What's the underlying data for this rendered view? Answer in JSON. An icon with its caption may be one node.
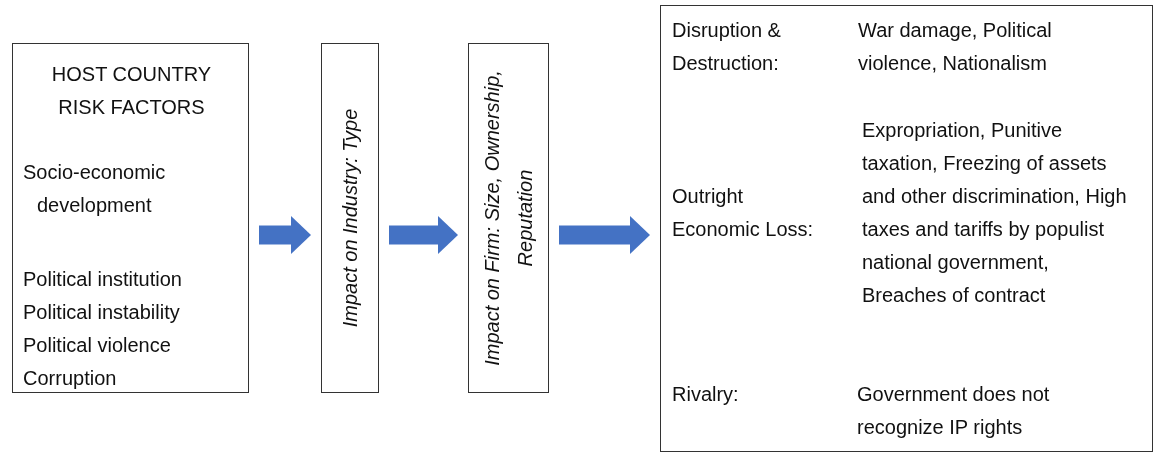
{
  "diagram": {
    "nodes": [
      {
        "text": [
          "HOST COUNTRY RISK FACTORS",
          "Socio-economic development",
          "Political institution",
          "Political instability",
          "Political violence",
          "Corruption"
        ]
      },
      {
        "text": [
          "Impact on Industry: Type"
        ]
      },
      {
        "text": [
          "Impact on Firm: Size, Ownership, Reputation"
        ]
      },
      {
        "text": [
          "Disruption & Destruction:",
          "War damage, Political violence, Nationalism",
          "Outright Economic Loss:",
          "Expropriation, Punitive taxation, Freezing of assets and other discrimination, High taxes and tariffs by populist national government, Breaches of contract",
          "Rivalry:",
          "Government does not recognize IP rights"
        ]
      }
    ],
    "edges": [
      {
        "from": 0,
        "to": 1,
        "arrow": "to"
      },
      {
        "from": 1,
        "to": 2,
        "arrow": "to"
      },
      {
        "from": 2,
        "to": 3,
        "arrow": "to"
      }
    ]
  }
}
